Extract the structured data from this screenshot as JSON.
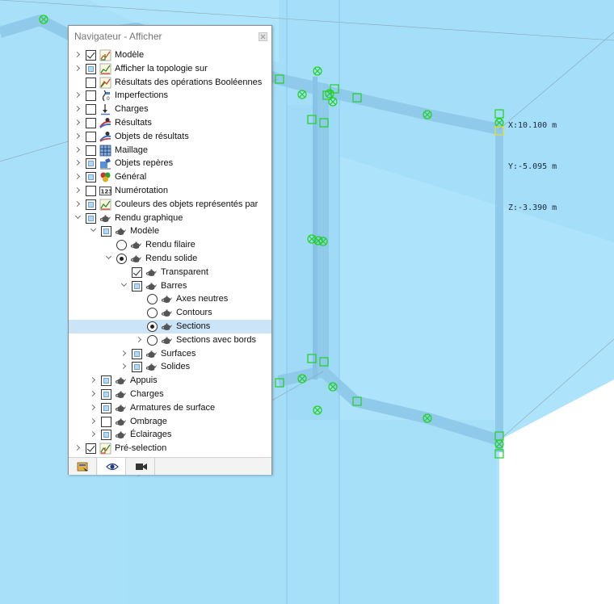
{
  "navigator": {
    "title": "Navigateur - Afficher",
    "items": [
      {
        "label": "Modèle",
        "expander": "collapsed",
        "control": "checkbox",
        "state": "checked",
        "icon": "model-icon"
      },
      {
        "label": "Afficher la topologie sur",
        "expander": "collapsed",
        "control": "checkbox",
        "state": "partial",
        "icon": "topology-icon"
      },
      {
        "label": "Résultats des opérations Booléennes",
        "expander": "none",
        "control": "checkbox",
        "state": "unchecked",
        "icon": "boolean-results-icon"
      },
      {
        "label": "Imperfections",
        "expander": "collapsed",
        "control": "checkbox",
        "state": "unchecked",
        "icon": "imperfections-icon"
      },
      {
        "label": "Charges",
        "expander": "collapsed",
        "control": "checkbox",
        "state": "unchecked",
        "icon": "loads-icon"
      },
      {
        "label": "Résultats",
        "expander": "collapsed",
        "control": "checkbox",
        "state": "unchecked",
        "icon": "results-icon"
      },
      {
        "label": "Objets de résultats",
        "expander": "collapsed",
        "control": "checkbox",
        "state": "unchecked",
        "icon": "result-objects-icon"
      },
      {
        "label": "Maillage",
        "expander": "collapsed",
        "control": "checkbox",
        "state": "unchecked",
        "icon": "mesh-icon"
      },
      {
        "label": "Objets repères",
        "expander": "collapsed",
        "control": "checkbox",
        "state": "partial",
        "icon": "guide-objects-icon"
      },
      {
        "label": "Général",
        "expander": "collapsed",
        "control": "checkbox",
        "state": "partial",
        "icon": "general-icon"
      },
      {
        "label": "Numérotation",
        "expander": "collapsed",
        "control": "checkbox",
        "state": "unchecked",
        "icon": "numbering-icon"
      },
      {
        "label": "Couleurs des objets représentés par",
        "expander": "collapsed",
        "control": "checkbox",
        "state": "partial",
        "icon": "colors-icon"
      },
      {
        "label": "Rendu graphique",
        "expander": "expanded",
        "control": "checkbox",
        "state": "partial",
        "icon": "teapot-icon"
      },
      {
        "label": "Modèle",
        "expander": "expanded",
        "control": "checkbox",
        "state": "partial",
        "icon": "teapot-icon"
      },
      {
        "label": "Rendu filaire",
        "expander": "none",
        "control": "radio",
        "state": "off",
        "icon": "teapot-icon"
      },
      {
        "label": "Rendu solide",
        "expander": "expanded",
        "control": "radio",
        "state": "on",
        "icon": "teapot-icon"
      },
      {
        "label": "Transparent",
        "expander": "none",
        "control": "checkbox",
        "state": "checked",
        "icon": "teapot-icon"
      },
      {
        "label": "Barres",
        "expander": "expanded",
        "control": "checkbox",
        "state": "partial",
        "icon": "teapot-icon"
      },
      {
        "label": "Axes neutres",
        "expander": "none",
        "control": "radio",
        "state": "off",
        "icon": "teapot-icon"
      },
      {
        "label": "Contours",
        "expander": "none",
        "control": "radio",
        "state": "off",
        "icon": "teapot-icon"
      },
      {
        "label": "Sections",
        "expander": "none",
        "control": "radio",
        "state": "on",
        "icon": "teapot-icon",
        "selected": true
      },
      {
        "label": "Sections avec bords",
        "expander": "collapsed",
        "control": "radio",
        "state": "off",
        "icon": "teapot-icon"
      },
      {
        "label": "Surfaces",
        "expander": "collapsed",
        "control": "checkbox",
        "state": "partial",
        "icon": "teapot-icon"
      },
      {
        "label": "Solides",
        "expander": "collapsed",
        "control": "checkbox",
        "state": "partial",
        "icon": "teapot-icon"
      },
      {
        "label": "Appuis",
        "expander": "collapsed",
        "control": "checkbox",
        "state": "partial",
        "icon": "teapot-icon"
      },
      {
        "label": "Charges",
        "expander": "collapsed",
        "control": "checkbox",
        "state": "partial",
        "icon": "teapot-icon"
      },
      {
        "label": "Armatures de surface",
        "expander": "collapsed",
        "control": "checkbox",
        "state": "partial",
        "icon": "teapot-icon"
      },
      {
        "label": "Ombrage",
        "expander": "collapsed",
        "control": "checkbox",
        "state": "unchecked",
        "icon": "teapot-icon"
      },
      {
        "label": "Éclairages",
        "expander": "collapsed",
        "control": "checkbox",
        "state": "partial",
        "icon": "teapot-icon"
      },
      {
        "label": "Pré-selection",
        "expander": "collapsed",
        "control": "checkbox",
        "state": "checked",
        "icon": "preselection-icon"
      }
    ],
    "tabs": [
      {
        "name": "data-tab",
        "icon": "data-icon",
        "active": false
      },
      {
        "name": "display-tab",
        "icon": "eye-icon",
        "active": true
      },
      {
        "name": "views-tab",
        "icon": "camera-icon",
        "active": false
      }
    ]
  },
  "coordinates": {
    "x": "X:10.100 m",
    "y": "Y:-5.095 m",
    "z": "Z:-3.390 m"
  },
  "colors": {
    "viewport_blue": "#aee4fb",
    "member_blue": "#92cdee",
    "node_green": "#1fd31f",
    "selected_row": "#cce4f7"
  }
}
